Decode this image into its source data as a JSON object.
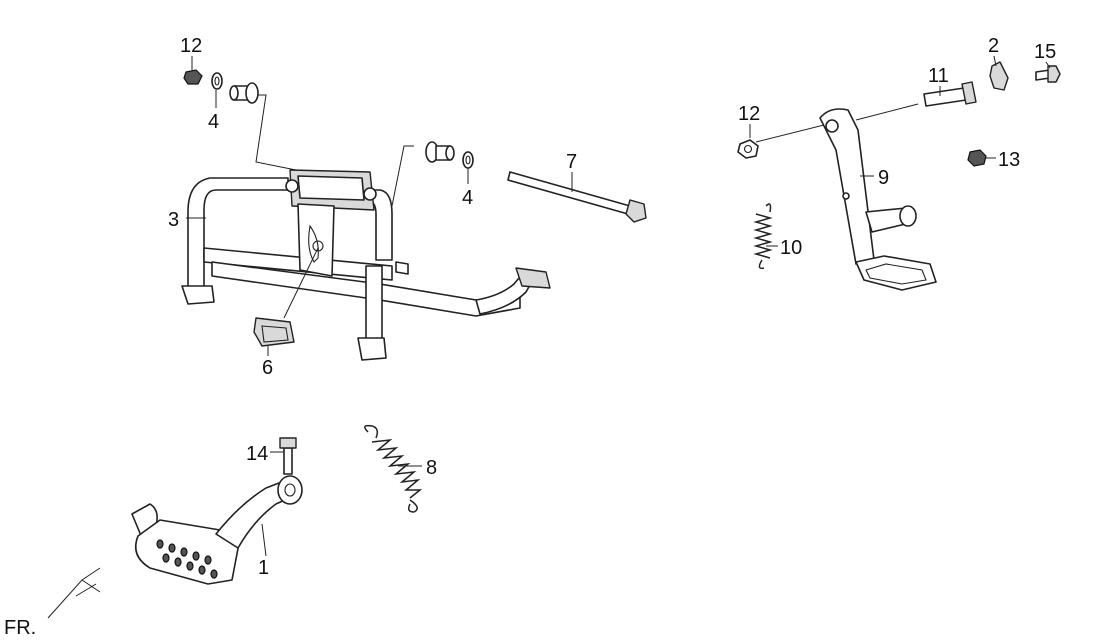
{
  "diagram": {
    "labels": {
      "p1": "1",
      "p2": "2",
      "p3": "3",
      "p4a": "4",
      "p4b": "4",
      "p6": "6",
      "p7": "7",
      "p8": "8",
      "p9": "9",
      "p10": "10",
      "p11": "11",
      "p12a": "12",
      "p12b": "12",
      "p13": "13",
      "p14": "14",
      "p15": "15"
    },
    "direction_label": "FR."
  }
}
